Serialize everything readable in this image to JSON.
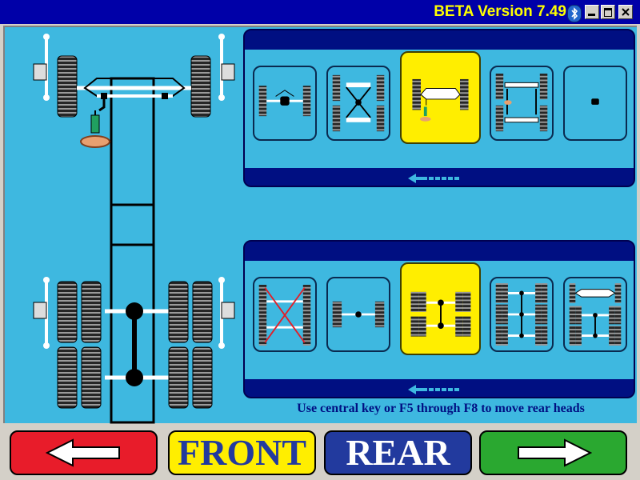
{
  "window": {
    "title": "BETA Version 7.49"
  },
  "front_panel": {
    "cards": [
      {
        "name": "front-axle-single-head"
      },
      {
        "name": "front-axle-four-wheel"
      },
      {
        "name": "front-axle-steer-selected"
      },
      {
        "name": "front-axle-double-steer"
      },
      {
        "name": "front-axle-minimal"
      }
    ]
  },
  "rear_panel": {
    "cards": [
      {
        "name": "rear-axle-tandem-disabled"
      },
      {
        "name": "rear-axle-single"
      },
      {
        "name": "rear-axle-tandem-selected"
      },
      {
        "name": "rear-axle-tridem"
      },
      {
        "name": "rear-axle-tridem-steer"
      }
    ]
  },
  "instruction": "Use central key or F5 through F8 to move rear heads",
  "buttons": {
    "front": "FRONT",
    "rear": "REAR"
  },
  "colors": {
    "front_btn": "#ffee00",
    "rear_btn": "#223a9e",
    "back_btn": "#e81c2a",
    "next_btn": "#2aa830",
    "selected_card": "#ffee00",
    "background": "#3eb8e0"
  }
}
